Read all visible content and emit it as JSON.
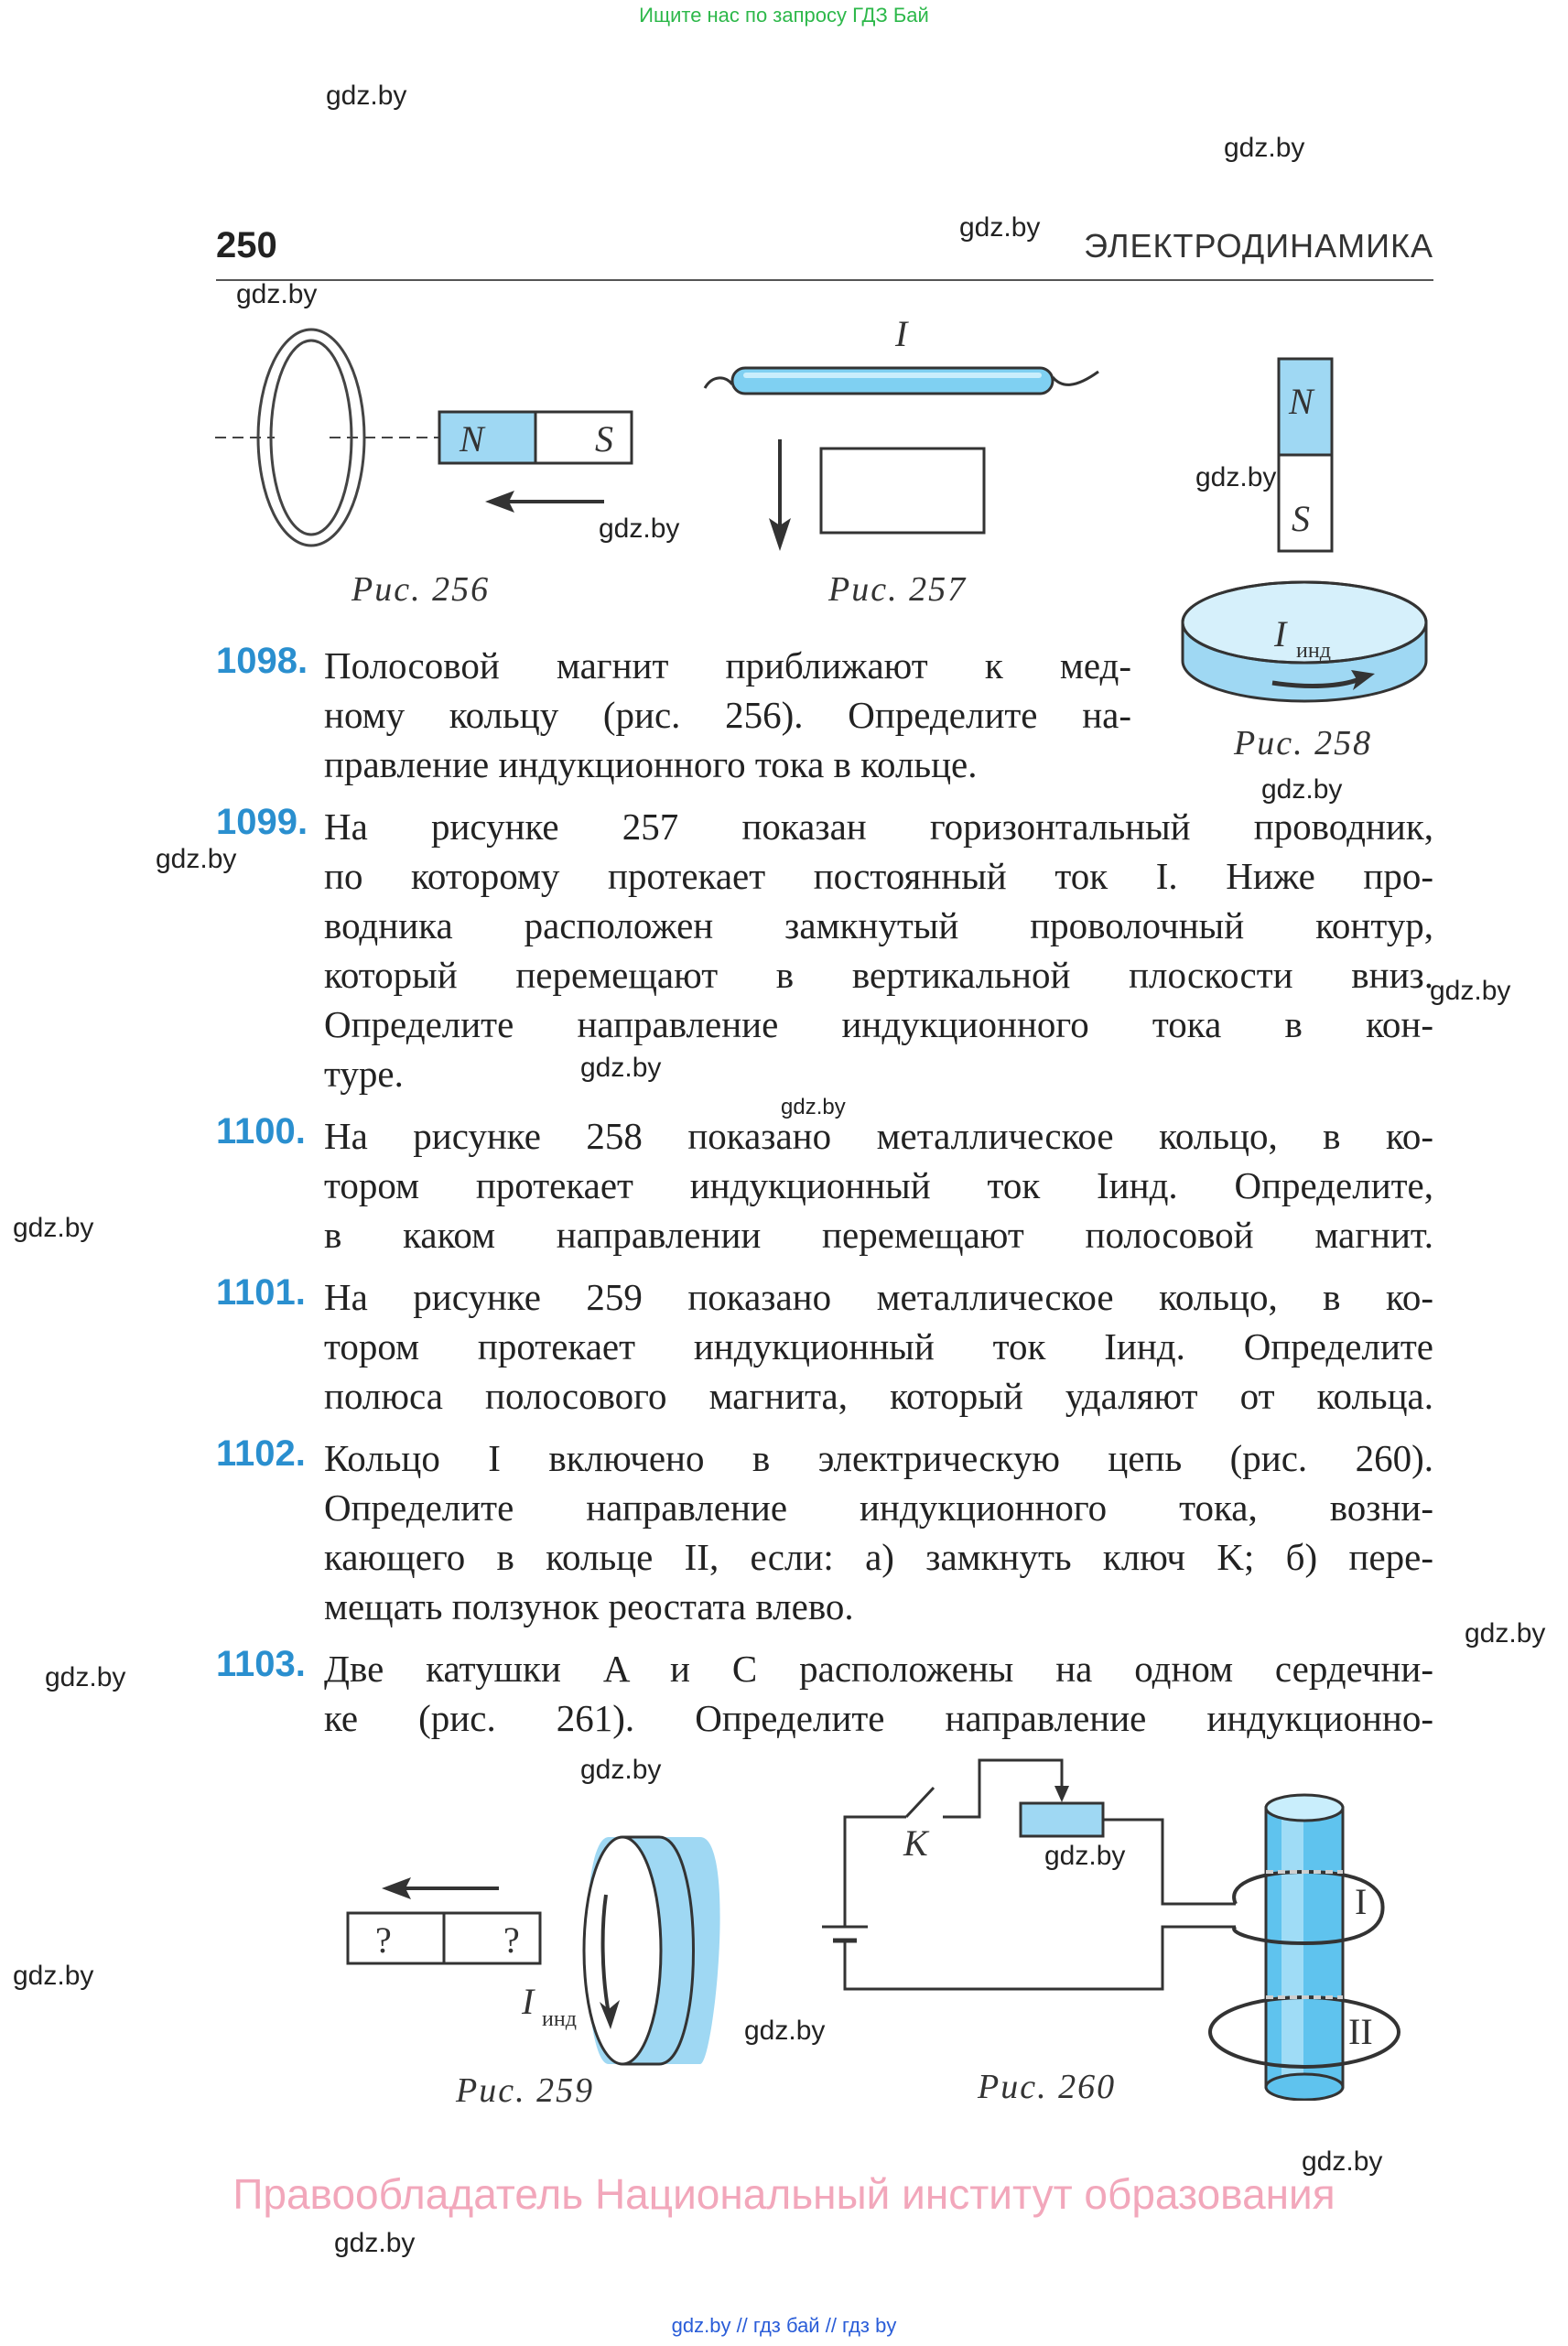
{
  "top_banner": "Ищите нас по запросу ГДЗ Бай",
  "header": {
    "page_number": "250",
    "section_title": "ЭЛЕКТРОДИНАМИКА"
  },
  "watermark": "gdz.by",
  "figures": {
    "fig256": {
      "caption": "Рис. 256",
      "north": "N",
      "south": "S"
    },
    "fig257": {
      "caption": "Рис. 257",
      "current": "I"
    },
    "fig258": {
      "caption": "Рис. 258",
      "north": "N",
      "south": "S",
      "current": "I",
      "current_sub": "инд"
    },
    "fig259": {
      "caption": "Рис. 259",
      "pole_left": "?",
      "pole_right": "?",
      "current": "I",
      "current_sub": "инд"
    },
    "fig260": {
      "caption": "Рис. 260",
      "key": "K",
      "ring1": "I",
      "ring2": "II"
    }
  },
  "problems": [
    {
      "number": "1098.",
      "lines": [
        "Полосовой магнит приближают к мед-",
        "ному кольцу (рис. 256). Определите на-",
        "правление индукционного тока в кольце."
      ]
    },
    {
      "number": "1099.",
      "lines": [
        "На рисунке 257 показан горизонтальный проводник,",
        "по которому протекает постоянный ток I. Ниже про-",
        "водника расположен замкнутый проволочный контур,",
        "который перемещают в вертикальной плоскости вниз.",
        "Определите направление индукционного тока в кон-",
        "туре."
      ]
    },
    {
      "number": "1100.",
      "lines": [
        "На рисунке 258 показано металлическое кольцо, в ко-",
        "тором протекает индукционный ток Iинд. Определите,",
        "в каком направлении перемещают полосовой магнит."
      ]
    },
    {
      "number": "1101.",
      "lines": [
        "На рисунке 259 показано металлическое кольцо, в ко-",
        "тором протекает индукционный ток Iинд. Определите",
        "полюса полосового магнита, который удаляют от кольца."
      ]
    },
    {
      "number": "1102.",
      "lines": [
        "Кольцо I включено в электрическую цепь (рис. 260).",
        "Определите направление индукционного тока, возни-",
        "кающего в кольце II, если: а) замкнуть ключ K; б) пере-",
        "мещать ползунок реостата влево."
      ]
    },
    {
      "number": "1103.",
      "lines": [
        "Две катушки A и C расположены на одном сердечни-",
        "ке (рис. 261). Определите направление индукционно-"
      ]
    }
  ],
  "footer": {
    "rights": "Правообладатель Национальный институт образования",
    "links": "gdz.by  //  гдз бай  //  гдз by"
  },
  "colors": {
    "accent_blue": "#2a8fcf",
    "fill_blue": "#9fd8f3",
    "rights_pink": "#f2a7bb",
    "banner_green": "#2db84a"
  }
}
